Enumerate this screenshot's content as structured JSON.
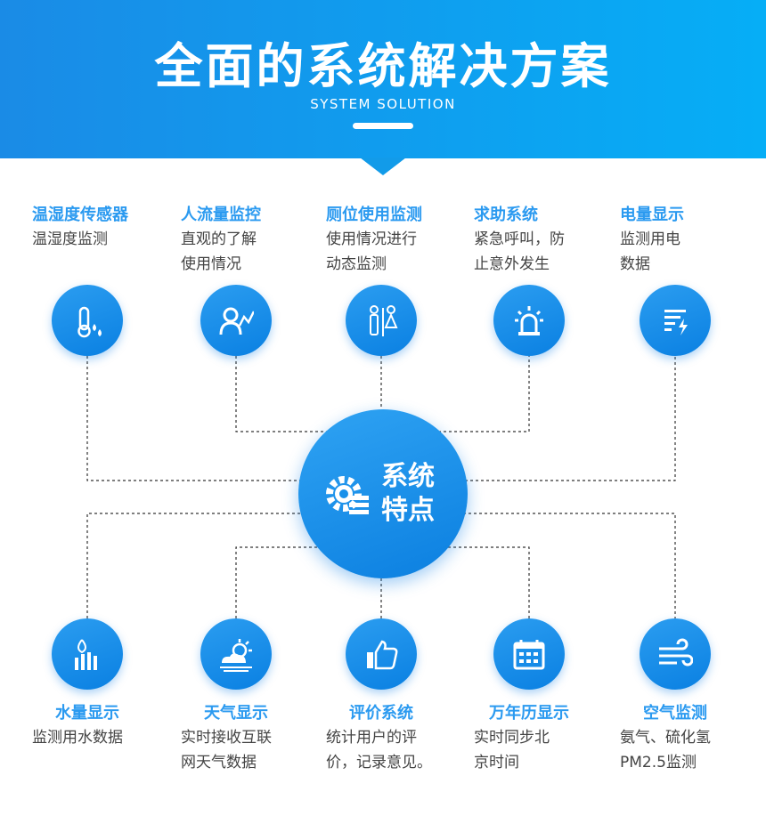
{
  "header": {
    "title": "全面的系统解决方案",
    "subtitle": "SYSTEM SOLUTION"
  },
  "center": {
    "line1": "系统",
    "line2": "特点"
  },
  "top_features": [
    {
      "title": "温湿度传感器",
      "desc": [
        "温湿度监测"
      ],
      "icon": "thermometer-icon"
    },
    {
      "title": "人流量监控",
      "desc": [
        "直观的了解",
        "使用情况"
      ],
      "icon": "person-trend-icon"
    },
    {
      "title": "厕位使用监测",
      "desc": [
        "使用情况进行",
        "动态监测"
      ],
      "icon": "restroom-icon"
    },
    {
      "title": "求助系统",
      "desc": [
        "紧急呼叫，防",
        "止意外发生"
      ],
      "icon": "alarm-light-icon"
    },
    {
      "title": "电量显示",
      "desc": [
        "监测用电",
        "数据"
      ],
      "icon": "power-icon"
    }
  ],
  "bottom_features": [
    {
      "title": "水量显示",
      "desc": [
        "监测用水数据"
      ],
      "icon": "water-drop-icon"
    },
    {
      "title": "天气显示",
      "desc": [
        "实时接收互联",
        "网天气数据"
      ],
      "icon": "weather-icon"
    },
    {
      "title": "评价系统",
      "desc": [
        "统计用户的评",
        "价，记录意见。"
      ],
      "icon": "thumbs-up-icon"
    },
    {
      "title": "万年历显示",
      "desc": [
        "实时同步北",
        "京时间"
      ],
      "icon": "calendar-icon"
    },
    {
      "title": "空气监测",
      "desc": [
        "氨气、硫化氢",
        "PM2.5监测"
      ],
      "icon": "wind-icon"
    }
  ],
  "colors": {
    "accent": "#2b9af0",
    "header_start": "#1a8be6",
    "header_end": "#06aef6"
  }
}
